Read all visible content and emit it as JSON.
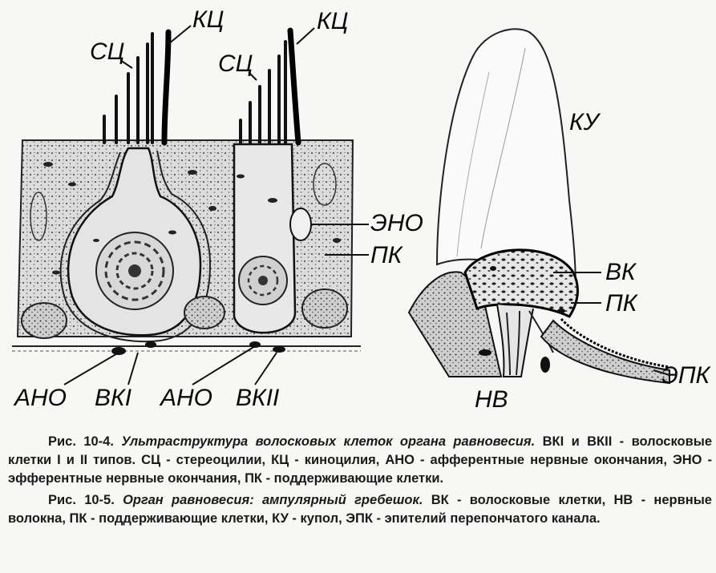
{
  "figure_10_4": {
    "labels": {
      "sc_left": "СЦ",
      "kc_left": "КЦ",
      "sc_right": "СЦ",
      "kc_right": "КЦ",
      "eno": "ЭНО",
      "pk": "ПК",
      "ano_left": "АНО",
      "vk1": "ВКI",
      "ano_right": "АНО",
      "vk2": "ВКII"
    }
  },
  "figure_10_5": {
    "labels": {
      "ku": "КУ",
      "vk": "ВК",
      "pk": "ПК",
      "epk": "ЭПК",
      "nv": "НВ"
    }
  },
  "captions": {
    "c1_num": "Рис. 10-4.",
    "c1_title": "Ультраструктура волосковых клеток органа равновесия.",
    "c1_body": "ВКI и ВКII - волосковые клетки I и II типов. СЦ - стереоцилии, КЦ - киноцилия, АНО - афферентные нервные окончания, ЭНО - эфферентные нервные окончания, ПК - поддерживающие клетки.",
    "c2_num": "Рис. 10-5.",
    "c2_title": "Орган равновесия: ампулярный гребешок.",
    "c2_body": "ВК - волосковые клетки, НВ - нервные волокна, ПК - поддерживающие клетки, КУ - купол, ЭПК - эпителий перепончатого канала."
  }
}
